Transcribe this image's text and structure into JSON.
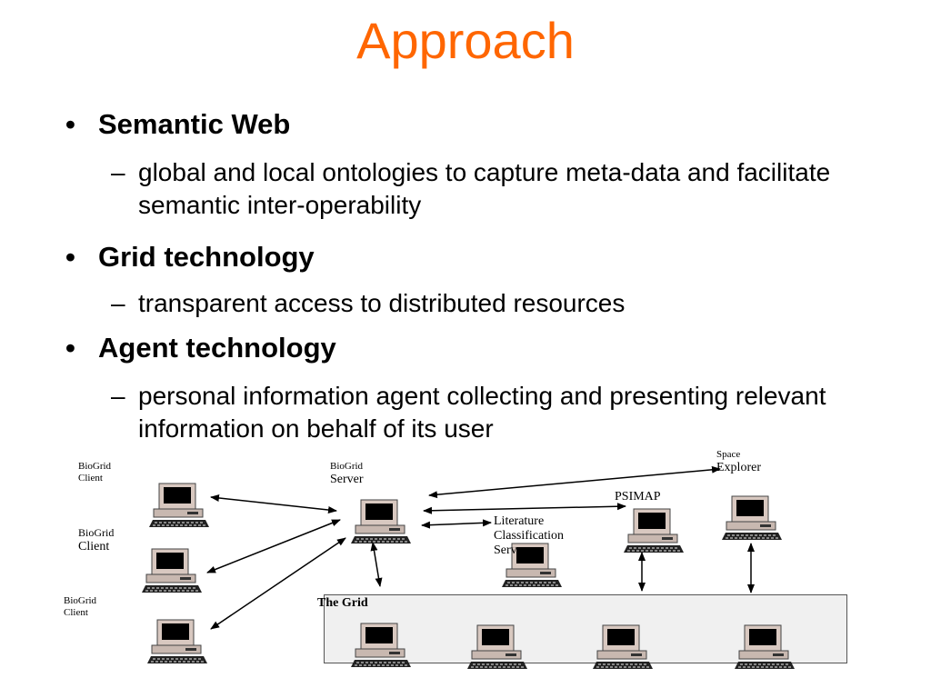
{
  "slide": {
    "title": "Approach",
    "bullets": [
      {
        "label": "Semantic Web",
        "sub": "global and local ontologies to capture meta-data and facilitate semantic inter-operability"
      },
      {
        "label": "Grid technology",
        "sub": "transparent access to distributed resources"
      },
      {
        "label": "Agent technology",
        "sub": "personal information agent collecting and presenting relevant information on behalf of its user"
      }
    ],
    "bullet_marker": "•",
    "sub_marker": "–"
  },
  "diagram": {
    "client1": [
      "BioGrid",
      "Client"
    ],
    "client2": [
      "BioGrid",
      "Client"
    ],
    "client3": [
      "BioGrid",
      "Client"
    ],
    "server": [
      "BioGrid",
      "Server"
    ],
    "space_explorer": [
      "Space",
      "Explorer"
    ],
    "psimap": "PSIMAP",
    "literature": [
      "Literature",
      "Classification",
      "Server"
    ],
    "grid": "The Grid"
  }
}
